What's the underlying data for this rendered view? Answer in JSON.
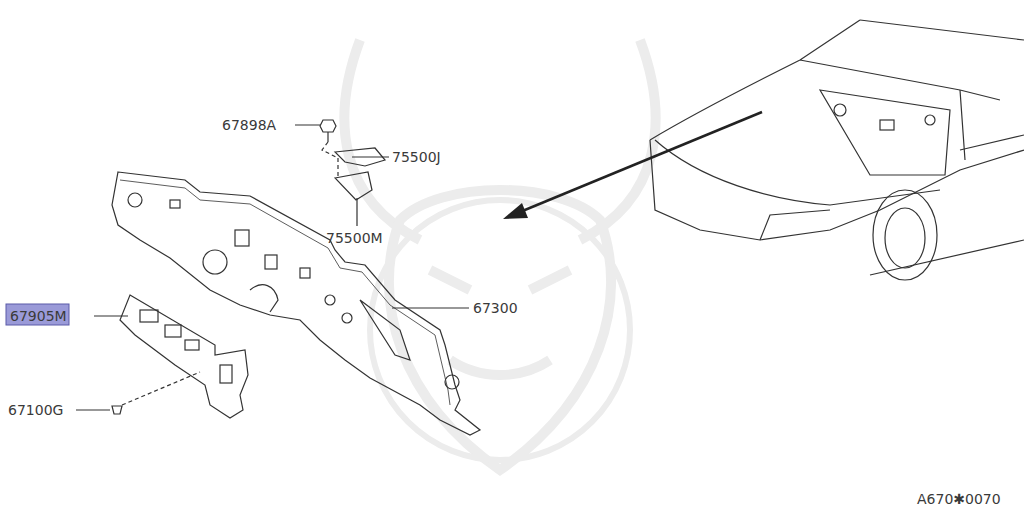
{
  "diagram": {
    "labels": [
      "67898A",
      "75500J",
      "75500M",
      "67300",
      "67905M",
      "67100G",
      "A670✱0070"
    ]
  }
}
